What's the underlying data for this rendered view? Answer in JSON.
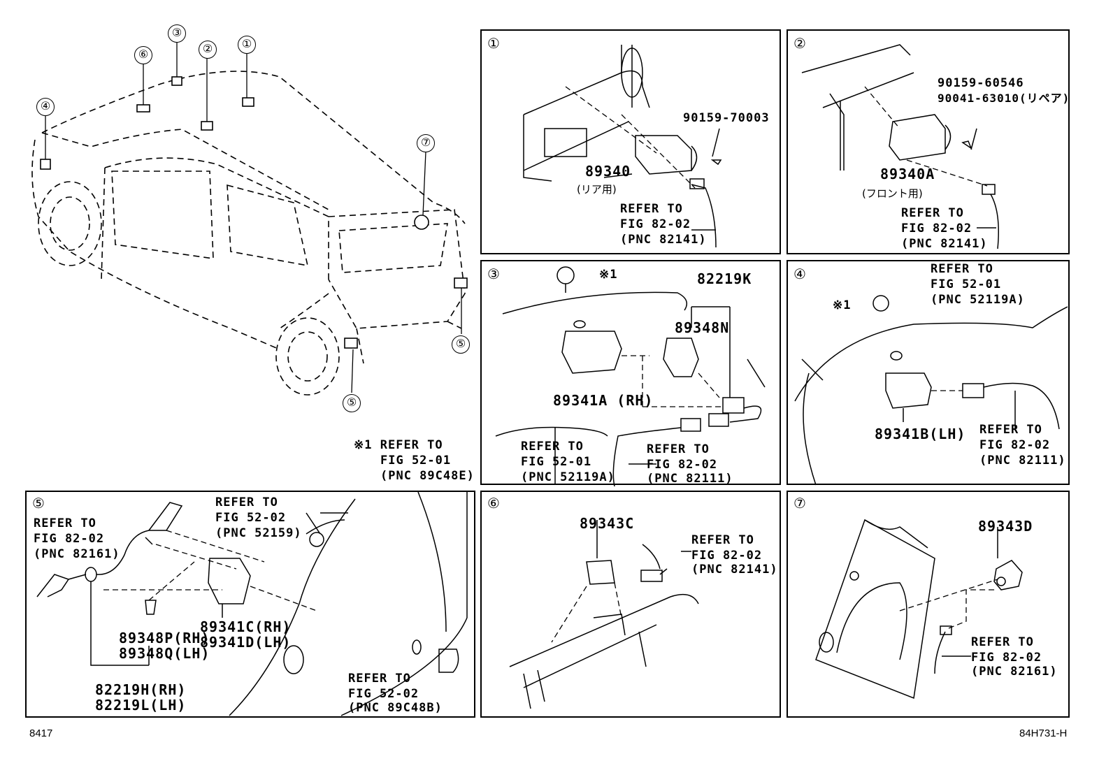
{
  "overview": {
    "callouts": [
      "①",
      "②",
      "③",
      "④",
      "⑤",
      "⑥",
      "⑦",
      "⑤"
    ],
    "note_mark": "※1",
    "note_lines": [
      "REFER TO",
      "FIG 52-01",
      "(PNC 89C48E)"
    ]
  },
  "panels": {
    "p1": {
      "num": "①",
      "part_bolt": "90159-70003",
      "part_main": "89340",
      "part_main_sub": "(リア用)",
      "refer": [
        "REFER TO",
        "FIG 82-02",
        "(PNC 82141)"
      ]
    },
    "p2": {
      "num": "②",
      "part_bolt_a": "90159-60546",
      "part_bolt_b": "90041-63010(リペア)",
      "part_main": "89340A",
      "part_main_sub": "(フロント用)",
      "refer": [
        "REFER TO",
        "FIG 82-02",
        "(PNC 82141)"
      ]
    },
    "p3": {
      "num": "③",
      "note_mark": "※1",
      "part_wire": "82219K",
      "part_sensor": "89348N",
      "part_bracket": "89341A (RH)",
      "refer_a": [
        "REFER TO",
        "FIG 52-01",
        "(PNC 52119A)"
      ],
      "refer_b": [
        "REFER TO",
        "FIG 82-02",
        "(PNC 82111)"
      ]
    },
    "p4": {
      "num": "④",
      "note_mark": "※1",
      "refer_top": [
        "REFER TO",
        "FIG 52-01",
        "(PNC 52119A)"
      ],
      "part_bracket": "89341B(LH)",
      "refer_b": [
        "REFER TO",
        "FIG 82-02",
        "(PNC 82111)"
      ]
    },
    "p5": {
      "num": "⑤",
      "refer_a": [
        "REFER TO",
        "FIG 82-02",
        "(PNC 82161)"
      ],
      "refer_b": [
        "REFER TO",
        "FIG 52-02",
        "(PNC 52159)"
      ],
      "part_cover_rh": "89348P(RH)",
      "part_cover_lh": "89348Q(LH)",
      "part_bracket_rh": "89341C(RH)",
      "part_bracket_lh": "89341D(LH)",
      "part_wire_rh": "82219H(RH)",
      "part_wire_lh": "82219L(LH)",
      "refer_c": [
        "REFER TO",
        "FIG 52-02",
        "(PNC 89C48B)"
      ]
    },
    "p6": {
      "num": "⑥",
      "part_main": "89343C",
      "refer": [
        "REFER TO",
        "FIG 82-02",
        "(PNC 82141)"
      ]
    },
    "p7": {
      "num": "⑦",
      "part_main": "89343D",
      "refer": [
        "REFER TO",
        "FIG 82-02",
        "(PNC 82161)"
      ]
    }
  },
  "footer": {
    "left": "8417",
    "right": "84H731-H"
  }
}
